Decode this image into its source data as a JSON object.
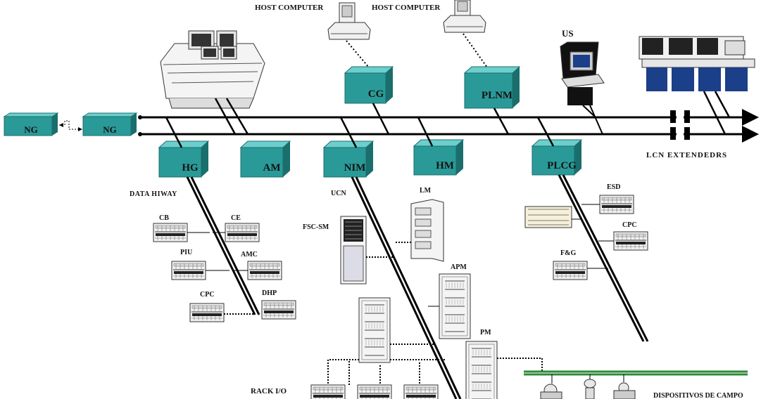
{
  "network_nodes": {
    "ng_left": "NG",
    "ng_right": "NG",
    "cg": "CG",
    "plnm": "PLNM",
    "hg": "HG",
    "am": "AM",
    "nim": "NIM",
    "hm": "HM",
    "plcg": "PLCG"
  },
  "labels": {
    "host_computer_1": "HOST COMPUTER",
    "host_computer_2": "HOST COMPUTER",
    "us": "US",
    "lcn_extenders": "LCN EXTENDEDRS",
    "data_hiway": "DATA HIWAY",
    "ucn": "UCN",
    "lm": "LM",
    "fsc_sm": "FSC-SM",
    "apm": "APM",
    "pm": "PM",
    "cb": "CB",
    "ce": "CE",
    "piu": "PIU",
    "amc": "AMC",
    "cpc_left": "CPC",
    "dhp": "DHP",
    "esd": "ESD",
    "cpc_right": "CPC",
    "fg": "F&G",
    "rack_io": "RACK I/O",
    "dispositivos": "DISPOSITIVOS DE CAMPO"
  },
  "colors": {
    "node_face": "#2a9a98",
    "node_top": "#6ccfcd",
    "node_side": "#1a6e6c",
    "bus": "#000000",
    "field_bus": "#2f8a3a"
  }
}
